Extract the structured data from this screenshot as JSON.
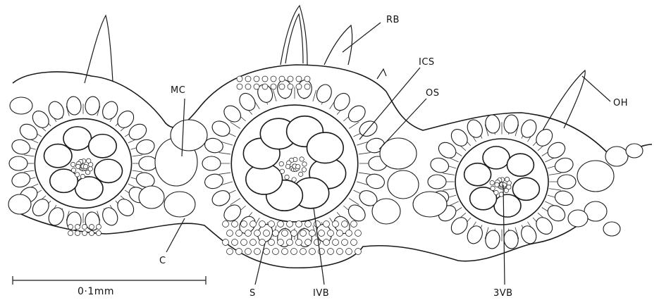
{
  "labels": {
    "rb": "RB",
    "mc": "MC",
    "ics": "ICS",
    "os": "OS",
    "oh": "OH",
    "c": "C",
    "s": "S",
    "ivb": "IVB",
    "three_vb": "3VB"
  },
  "scale_bar": {
    "label": "0·1mm"
  }
}
